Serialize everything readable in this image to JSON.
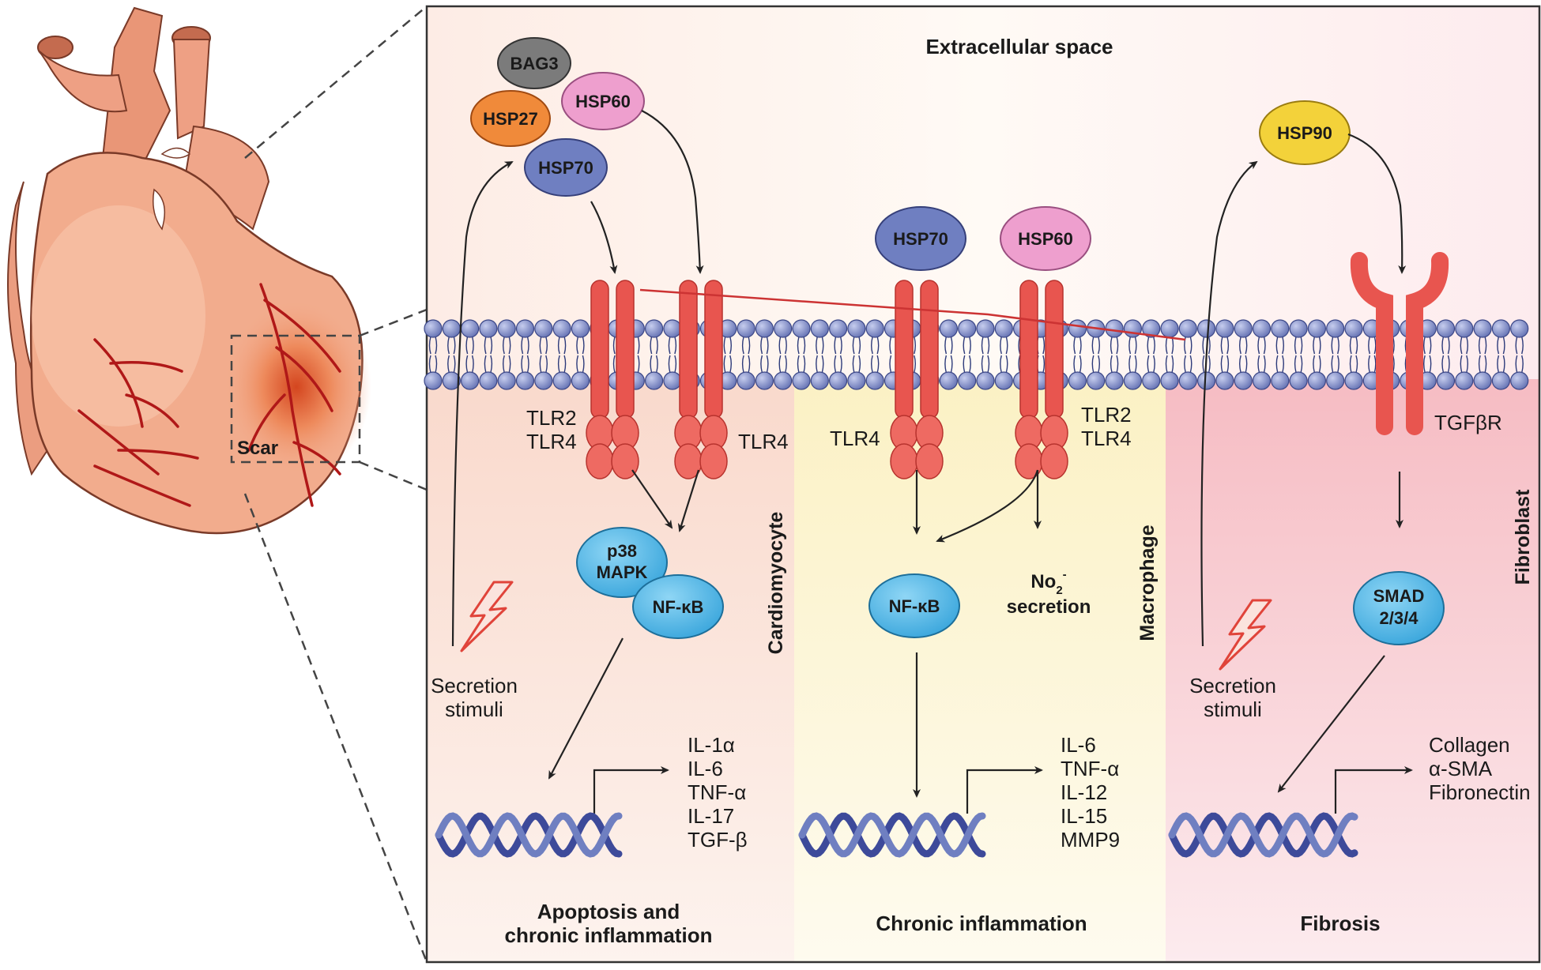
{
  "heart": {
    "scar_label": "Scar"
  },
  "extracellular_label": "Extracellular space",
  "proteins": {
    "bag3": "BAG3",
    "hsp27": "HSP27",
    "hsp60_a": "HSP60",
    "hsp70_a": "HSP70",
    "hsp70_b": "HSP70",
    "hsp60_b": "HSP60",
    "hsp90": "HSP90",
    "p38_line1": "p38",
    "p38_line2": "MAPK",
    "nfkb_a": "NF-κB",
    "nfkb_b": "NF-κB",
    "smad_line1": "SMAD",
    "smad_line2": "2/3/4"
  },
  "receptors": {
    "tlr2_a": "TLR2",
    "tlr4_a": "TLR4",
    "tlr4_b": "TLR4",
    "tlr4_c": "TLR4",
    "tlr2_d": "TLR2",
    "tlr4_d": "TLR4",
    "tgfbr": "TGFβR"
  },
  "cells": {
    "cardiomyocyte": "Cardiomyocyte",
    "macrophage": "Macrophage",
    "fibroblast": "Fibroblast"
  },
  "stimuli": {
    "left_line1": "Secretion",
    "left_line2": "stimuli",
    "right_line1": "Secretion",
    "right_line2": "stimuli"
  },
  "no2": {
    "formula_base": "No",
    "formula_sub": "2",
    "formula_sup": "-",
    "secretion": "secretion"
  },
  "cytokines": {
    "cardio": [
      "IL-1α",
      "IL-6",
      "TNF-α",
      "IL-17",
      "TGF-β"
    ],
    "macro": [
      "IL-6",
      "TNF-α",
      "IL-12",
      "IL-15",
      "MMP9"
    ],
    "fibro": [
      "Collagen",
      "α-SMA",
      "Fibronectin"
    ]
  },
  "outcomes": {
    "cardio_line1": "Apoptosis and",
    "cardio_line2": "chronic inflammation",
    "macro": "Chronic inflammation",
    "fibro": "Fibrosis"
  },
  "colors": {
    "receptor": "#e8554f",
    "lipid_head": "#8b98cf",
    "membrane_tail": "#2c3a7a",
    "hsp70": "#6f7fc1",
    "hsp60": "#ee9fce",
    "hsp27": "#f08a3a",
    "bag3": "#7b7b7b",
    "hsp90": "#f3d23a",
    "signal": "#5cc1ec",
    "heart": "#f2a888",
    "vessel": "#b01818",
    "dna": "#3d4a9a"
  }
}
